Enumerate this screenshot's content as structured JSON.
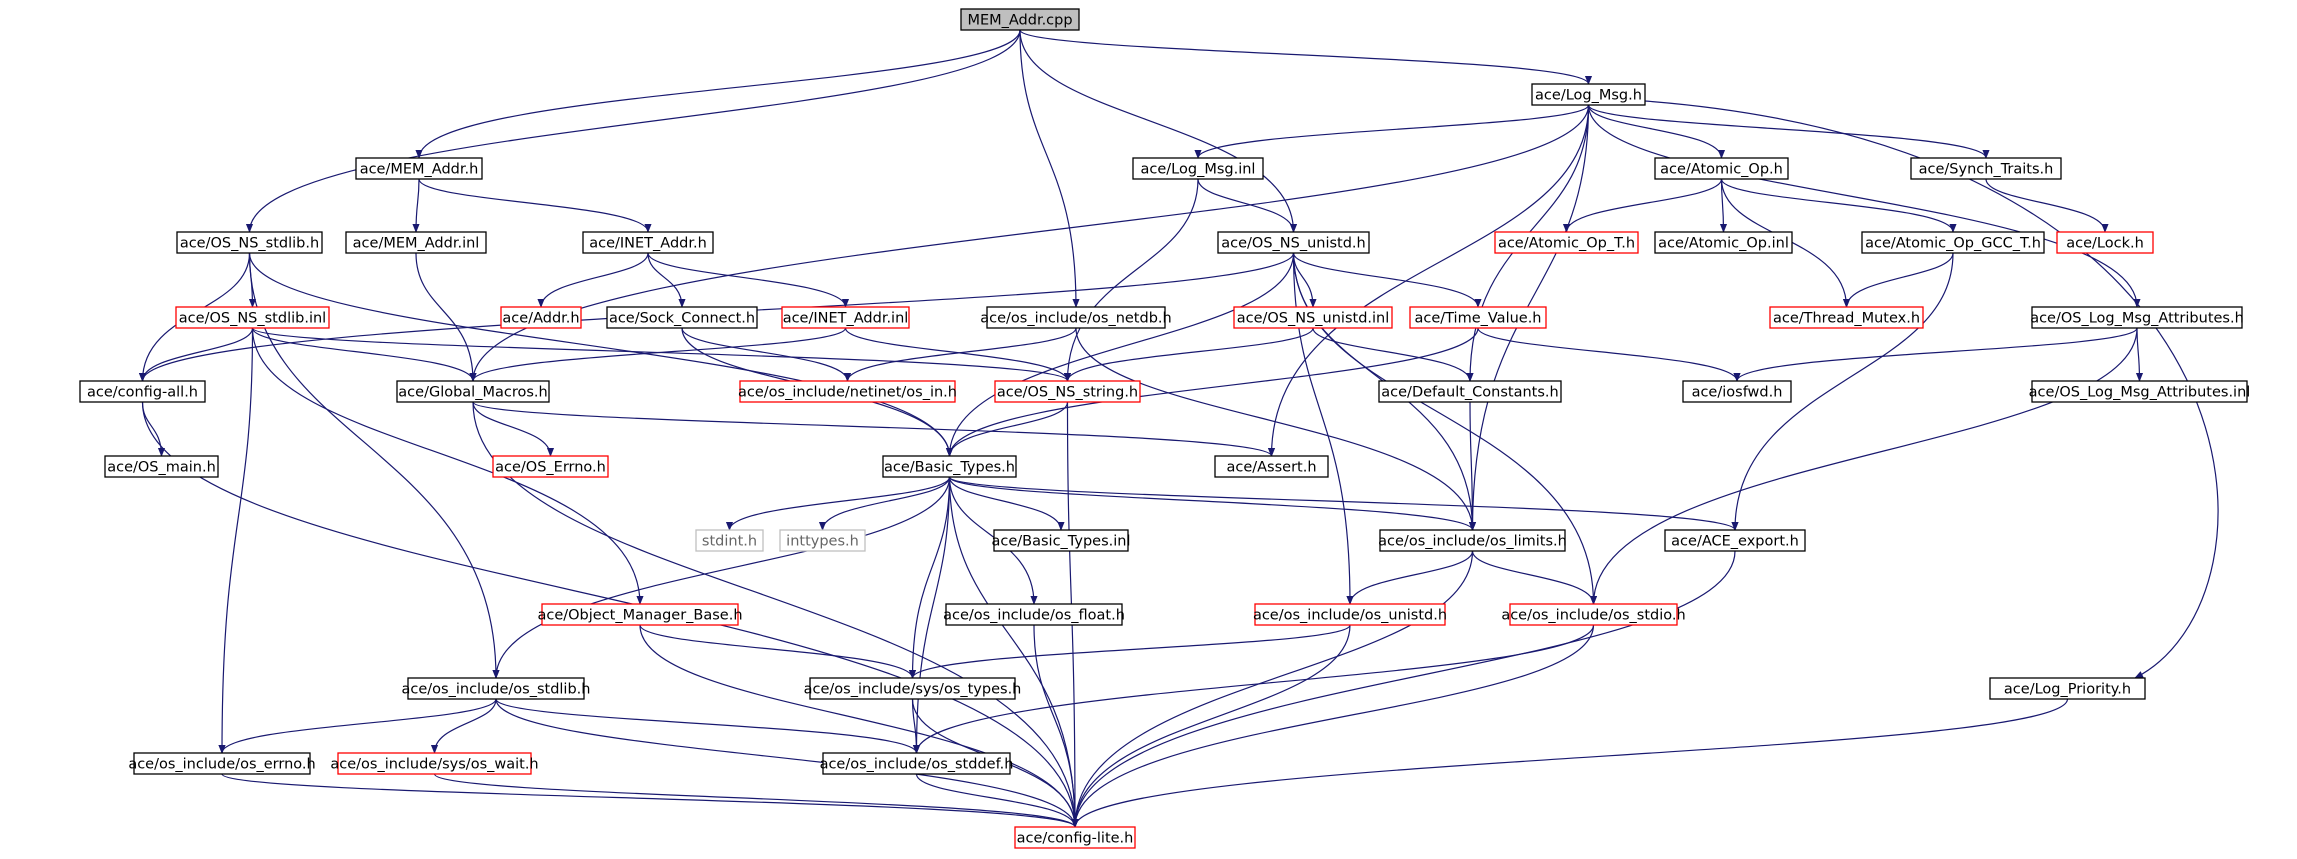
{
  "colors": {
    "edge": "#191970",
    "border_default": "#000000",
    "border_missing": "#ff0000",
    "border_system": "#bfbfbf",
    "fill_root": "#bfbfbf",
    "fill_default": "#ffffff"
  },
  "graph": {
    "nodes": [
      {
        "id": "mem_addr_cpp",
        "label": "MEM_Addr.cpp",
        "style": "root"
      },
      {
        "id": "log_msg_h",
        "label": "ace/Log_Msg.h",
        "style": "black"
      },
      {
        "id": "mem_addr_h",
        "label": "ace/MEM_Addr.h",
        "style": "black"
      },
      {
        "id": "log_msg_inl",
        "label": "ace/Log_Msg.inl",
        "style": "black"
      },
      {
        "id": "atomic_op_h",
        "label": "ace/Atomic_Op.h",
        "style": "black"
      },
      {
        "id": "synch_traits_h",
        "label": "ace/Synch_Traits.h",
        "style": "black"
      },
      {
        "id": "os_ns_stdlib_h",
        "label": "ace/OS_NS_stdlib.h",
        "style": "black"
      },
      {
        "id": "mem_addr_inl",
        "label": "ace/MEM_Addr.inl",
        "style": "black"
      },
      {
        "id": "inet_addr_h",
        "label": "ace/INET_Addr.h",
        "style": "black"
      },
      {
        "id": "os_ns_unistd_h",
        "label": "ace/OS_NS_unistd.h",
        "style": "black"
      },
      {
        "id": "atomic_op_t_h",
        "label": "ace/Atomic_Op_T.h",
        "style": "red"
      },
      {
        "id": "atomic_op_inl",
        "label": "ace/Atomic_Op.inl",
        "style": "black"
      },
      {
        "id": "atomic_op_gcc_t_h",
        "label": "ace/Atomic_Op_GCC_T.h",
        "style": "black"
      },
      {
        "id": "lock_h",
        "label": "ace/Lock.h",
        "style": "red"
      },
      {
        "id": "os_ns_stdlib_inl",
        "label": "ace/OS_NS_stdlib.inl",
        "style": "red"
      },
      {
        "id": "addr_h",
        "label": "ace/Addr.h",
        "style": "red"
      },
      {
        "id": "sock_connect_h",
        "label": "ace/Sock_Connect.h",
        "style": "black"
      },
      {
        "id": "inet_addr_inl",
        "label": "ace/INET_Addr.inl",
        "style": "red"
      },
      {
        "id": "os_netdb_h",
        "label": "ace/os_include/os_netdb.h",
        "style": "black"
      },
      {
        "id": "os_ns_unistd_inl",
        "label": "ace/OS_NS_unistd.inl",
        "style": "red"
      },
      {
        "id": "time_value_h",
        "label": "ace/Time_Value.h",
        "style": "red"
      },
      {
        "id": "thread_mutex_h",
        "label": "ace/Thread_Mutex.h",
        "style": "red"
      },
      {
        "id": "os_log_msg_attributes_h",
        "label": "ace/OS_Log_Msg_Attributes.h",
        "style": "black"
      },
      {
        "id": "config_all_h",
        "label": "ace/config-all.h",
        "style": "black"
      },
      {
        "id": "global_macros_h",
        "label": "ace/Global_Macros.h",
        "style": "black"
      },
      {
        "id": "os_in_h",
        "label": "ace/os_include/netinet/os_in.h",
        "style": "red"
      },
      {
        "id": "os_ns_string_h",
        "label": "ace/OS_NS_string.h",
        "style": "red"
      },
      {
        "id": "default_constants_h",
        "label": "ace/Default_Constants.h",
        "style": "black"
      },
      {
        "id": "iosfwd_h",
        "label": "ace/iosfwd.h",
        "style": "black"
      },
      {
        "id": "os_log_msg_attributes_inl",
        "label": "ace/OS_Log_Msg_Attributes.inl",
        "style": "black"
      },
      {
        "id": "os_main_h",
        "label": "ace/OS_main.h",
        "style": "black"
      },
      {
        "id": "os_errno_h",
        "label": "ace/OS_Errno.h",
        "style": "red"
      },
      {
        "id": "basic_types_h",
        "label": "ace/Basic_Types.h",
        "style": "black"
      },
      {
        "id": "assert_h",
        "label": "ace/Assert.h",
        "style": "black"
      },
      {
        "id": "stdint_h",
        "label": "stdint.h",
        "style": "gray"
      },
      {
        "id": "inttypes_h",
        "label": "inttypes.h",
        "style": "gray"
      },
      {
        "id": "basic_types_inl",
        "label": "ace/Basic_Types.inl",
        "style": "black"
      },
      {
        "id": "os_limits_h",
        "label": "ace/os_include/os_limits.h",
        "style": "black"
      },
      {
        "id": "ace_export_h",
        "label": "ace/ACE_export.h",
        "style": "black"
      },
      {
        "id": "object_manager_base_h",
        "label": "ace/Object_Manager_Base.h",
        "style": "red"
      },
      {
        "id": "os_float_h",
        "label": "ace/os_include/os_float.h",
        "style": "black"
      },
      {
        "id": "os_unistd_h",
        "label": "ace/os_include/os_unistd.h",
        "style": "red"
      },
      {
        "id": "os_stdio_h",
        "label": "ace/os_include/os_stdio.h",
        "style": "red"
      },
      {
        "id": "os_stdlib_h",
        "label": "ace/os_include/os_stdlib.h",
        "style": "black"
      },
      {
        "id": "os_types_h",
        "label": "ace/os_include/sys/os_types.h",
        "style": "black"
      },
      {
        "id": "log_priority_h",
        "label": "ace/Log_Priority.h",
        "style": "black"
      },
      {
        "id": "os_errno_inc_h",
        "label": "ace/os_include/os_errno.h",
        "style": "black"
      },
      {
        "id": "os_wait_h",
        "label": "ace/os_include/sys/os_wait.h",
        "style": "red"
      },
      {
        "id": "os_stddef_h",
        "label": "ace/os_include/os_stddef.h",
        "style": "black"
      },
      {
        "id": "config_lite_h",
        "label": "ace/config-lite.h",
        "style": "red"
      }
    ],
    "edges": [
      [
        "mem_addr_cpp",
        "log_msg_h"
      ],
      [
        "mem_addr_cpp",
        "mem_addr_h"
      ],
      [
        "mem_addr_cpp",
        "os_ns_stdlib_h"
      ],
      [
        "mem_addr_cpp",
        "os_netdb_h"
      ],
      [
        "mem_addr_cpp",
        "os_ns_unistd_h"
      ],
      [
        "log_msg_h",
        "log_msg_inl"
      ],
      [
        "log_msg_h",
        "atomic_op_h"
      ],
      [
        "log_msg_h",
        "synch_traits_h"
      ],
      [
        "log_msg_h",
        "os_log_msg_attributes_h"
      ],
      [
        "log_msg_h",
        "log_priority_h"
      ],
      [
        "log_msg_h",
        "global_macros_h"
      ],
      [
        "log_msg_h",
        "default_constants_h"
      ],
      [
        "log_msg_h",
        "assert_h"
      ],
      [
        "log_msg_h",
        "os_limits_h"
      ],
      [
        "mem_addr_h",
        "mem_addr_inl"
      ],
      [
        "mem_addr_h",
        "inet_addr_h"
      ],
      [
        "log_msg_inl",
        "os_ns_unistd_h"
      ],
      [
        "log_msg_inl",
        "os_ns_string_h"
      ],
      [
        "atomic_op_h",
        "atomic_op_t_h"
      ],
      [
        "atomic_op_h",
        "atomic_op_inl"
      ],
      [
        "atomic_op_h",
        "atomic_op_gcc_t_h"
      ],
      [
        "atomic_op_h",
        "thread_mutex_h"
      ],
      [
        "synch_traits_h",
        "lock_h"
      ],
      [
        "atomic_op_gcc_t_h",
        "thread_mutex_h"
      ],
      [
        "atomic_op_gcc_t_h",
        "ace_export_h"
      ],
      [
        "os_ns_stdlib_h",
        "os_ns_stdlib_inl"
      ],
      [
        "os_ns_stdlib_h",
        "config_all_h"
      ],
      [
        "os_ns_stdlib_h",
        "basic_types_h"
      ],
      [
        "os_ns_stdlib_h",
        "os_stdlib_h"
      ],
      [
        "mem_addr_inl",
        "global_macros_h"
      ],
      [
        "inet_addr_h",
        "addr_h"
      ],
      [
        "inet_addr_h",
        "sock_connect_h"
      ],
      [
        "inet_addr_h",
        "inet_addr_inl"
      ],
      [
        "os_ns_unistd_h",
        "os_ns_unistd_inl"
      ],
      [
        "os_ns_unistd_h",
        "time_value_h"
      ],
      [
        "os_ns_unistd_h",
        "config_all_h"
      ],
      [
        "os_ns_unistd_h",
        "basic_types_h"
      ],
      [
        "os_ns_unistd_h",
        "os_unistd_h"
      ],
      [
        "os_ns_unistd_h",
        "os_stdio_h"
      ],
      [
        "os_ns_unistd_h",
        "os_limits_h"
      ],
      [
        "os_ns_stdlib_inl",
        "config_all_h"
      ],
      [
        "os_ns_stdlib_inl",
        "global_macros_h"
      ],
      [
        "os_ns_stdlib_inl",
        "os_ns_string_h"
      ],
      [
        "os_ns_stdlib_inl",
        "object_manager_base_h"
      ],
      [
        "os_ns_stdlib_inl",
        "os_errno_inc_h"
      ],
      [
        "sock_connect_h",
        "os_in_h"
      ],
      [
        "sock_connect_h",
        "basic_types_h"
      ],
      [
        "inet_addr_inl",
        "global_macros_h"
      ],
      [
        "inet_addr_inl",
        "os_ns_string_h"
      ],
      [
        "os_netdb_h",
        "os_in_h"
      ],
      [
        "os_netdb_h",
        "os_limits_h"
      ],
      [
        "os_ns_unistd_inl",
        "os_ns_string_h"
      ],
      [
        "os_ns_unistd_inl",
        "default_constants_h"
      ],
      [
        "time_value_h",
        "basic_types_h"
      ],
      [
        "time_value_h",
        "iosfwd_h"
      ],
      [
        "os_log_msg_attributes_h",
        "iosfwd_h"
      ],
      [
        "os_log_msg_attributes_h",
        "os_log_msg_attributes_inl"
      ],
      [
        "os_log_msg_attributes_h",
        "os_stdio_h"
      ],
      [
        "config_all_h",
        "os_main_h"
      ],
      [
        "config_all_h",
        "config_lite_h"
      ],
      [
        "global_macros_h",
        "os_errno_h"
      ],
      [
        "global_macros_h",
        "assert_h"
      ],
      [
        "global_macros_h",
        "config_lite_h"
      ],
      [
        "os_ns_string_h",
        "basic_types_h"
      ],
      [
        "os_ns_string_h",
        "config_lite_h"
      ],
      [
        "default_constants_h",
        "os_limits_h"
      ],
      [
        "basic_types_h",
        "stdint_h"
      ],
      [
        "basic_types_h",
        "inttypes_h"
      ],
      [
        "basic_types_h",
        "basic_types_inl"
      ],
      [
        "basic_types_h",
        "os_limits_h"
      ],
      [
        "basic_types_h",
        "ace_export_h"
      ],
      [
        "basic_types_h",
        "os_float_h"
      ],
      [
        "basic_types_h",
        "os_stdlib_h"
      ],
      [
        "basic_types_h",
        "os_types_h"
      ],
      [
        "basic_types_h",
        "os_stddef_h"
      ],
      [
        "basic_types_h",
        "config_lite_h"
      ],
      [
        "os_limits_h",
        "os_unistd_h"
      ],
      [
        "os_limits_h",
        "os_stdio_h"
      ],
      [
        "os_limits_h",
        "config_lite_h"
      ],
      [
        "ace_export_h",
        "config_lite_h"
      ],
      [
        "object_manager_base_h",
        "os_types_h"
      ],
      [
        "object_manager_base_h",
        "config_lite_h"
      ],
      [
        "os_float_h",
        "config_lite_h"
      ],
      [
        "os_unistd_h",
        "os_types_h"
      ],
      [
        "os_unistd_h",
        "config_lite_h"
      ],
      [
        "os_stdio_h",
        "os_stddef_h"
      ],
      [
        "os_stdio_h",
        "config_lite_h"
      ],
      [
        "os_stdlib_h",
        "os_wait_h"
      ],
      [
        "os_stdlib_h",
        "os_errno_inc_h"
      ],
      [
        "os_stdlib_h",
        "os_stddef_h"
      ],
      [
        "os_stdlib_h",
        "config_lite_h"
      ],
      [
        "os_types_h",
        "os_stddef_h"
      ],
      [
        "os_types_h",
        "config_lite_h"
      ],
      [
        "os_stddef_h",
        "config_lite_h"
      ],
      [
        "log_priority_h",
        "config_lite_h"
      ],
      [
        "os_errno_inc_h",
        "config_lite_h"
      ],
      [
        "os_wait_h",
        "config_lite_h"
      ]
    ]
  }
}
